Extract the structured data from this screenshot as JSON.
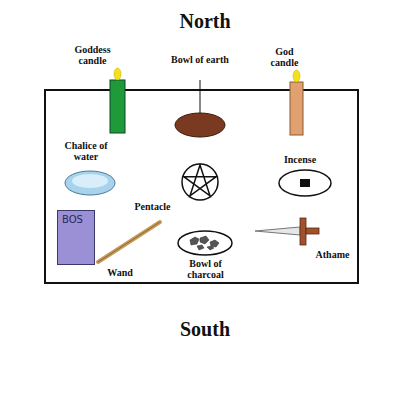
{
  "diagram": {
    "nodes": [
      {
        "text": [
          "BOS"
        ]
      }
    ],
    "labels": [
      "North",
      "Goddess candle",
      "Bowl of earth",
      "God candle",
      "Chalice of water",
      "Incense",
      "Pentacle",
      "Wand",
      "Bowl of charcoal",
      "Athame",
      "South"
    ]
  }
}
